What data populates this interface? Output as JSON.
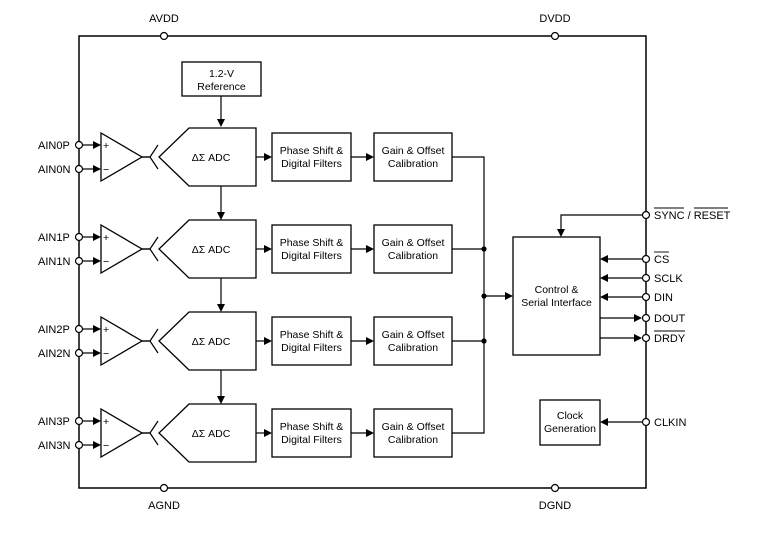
{
  "pins": {
    "avdd": "AVDD",
    "dvdd": "DVDD",
    "agnd": "AGND",
    "dgnd": "DGND",
    "sync_reset": "SYNC / RESET",
    "cs": "CS",
    "sclk": "SCLK",
    "din": "DIN",
    "dout": "DOUT",
    "drdy": "DRDY",
    "clkin": "CLKIN"
  },
  "reference": {
    "line1": "1.2-V",
    "line2": "Reference"
  },
  "control": {
    "line1": "Control &",
    "line2": "Serial Interface"
  },
  "clock": {
    "line1": "Clock",
    "line2": "Generation"
  },
  "amp_signs": {
    "plus": "+",
    "minus": "−"
  },
  "channels": [
    {
      "p": "AIN0P",
      "n": "AIN0N",
      "adc": "ΔΣ ADC",
      "filt1": "Phase Shift &",
      "filt2": "Digital Filters",
      "gain1": "Gain & Offset",
      "gain2": "Calibration"
    },
    {
      "p": "AIN1P",
      "n": "AIN1N",
      "adc": "ΔΣ ADC",
      "filt1": "Phase Shift &",
      "filt2": "Digital Filters",
      "gain1": "Gain & Offset",
      "gain2": "Calibration"
    },
    {
      "p": "AIN2P",
      "n": "AIN2N",
      "adc": "ΔΣ ADC",
      "filt1": "Phase Shift &",
      "filt2": "Digital Filters",
      "gain1": "Gain & Offset",
      "gain2": "Calibration"
    },
    {
      "p": "AIN3P",
      "n": "AIN3N",
      "adc": "ΔΣ ADC",
      "filt1": "Phase Shift &",
      "filt2": "Digital Filters",
      "gain1": "Gain & Offset",
      "gain2": "Calibration"
    }
  ]
}
